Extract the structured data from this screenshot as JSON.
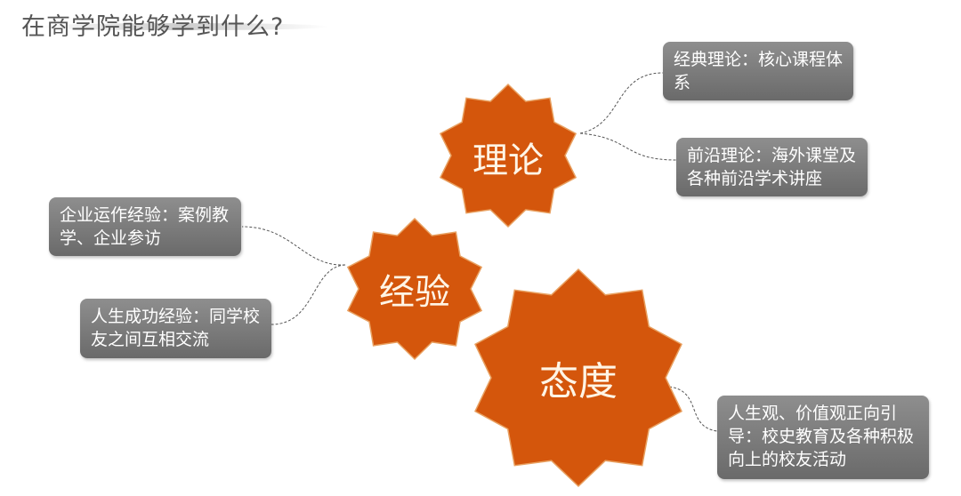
{
  "title": "在商学院能够学到什么?",
  "colors": {
    "star": "#d4560c",
    "star_edge": "#e8a060",
    "box": "#7c7c7c"
  },
  "nodes": [
    {
      "label": "理论",
      "details": [
        "经典理论：核心课程体系",
        "前沿理论：海外课堂及各种前沿学术讲座"
      ]
    },
    {
      "label": "经验",
      "details": [
        "企业运作经验：案例教学、企业参访",
        "人生成功经验：同学校友之间互相交流"
      ]
    },
    {
      "label": "态度",
      "details": [
        "人生观、价值观正向引导：校史教育及各种积极向上的校友活动"
      ]
    }
  ]
}
